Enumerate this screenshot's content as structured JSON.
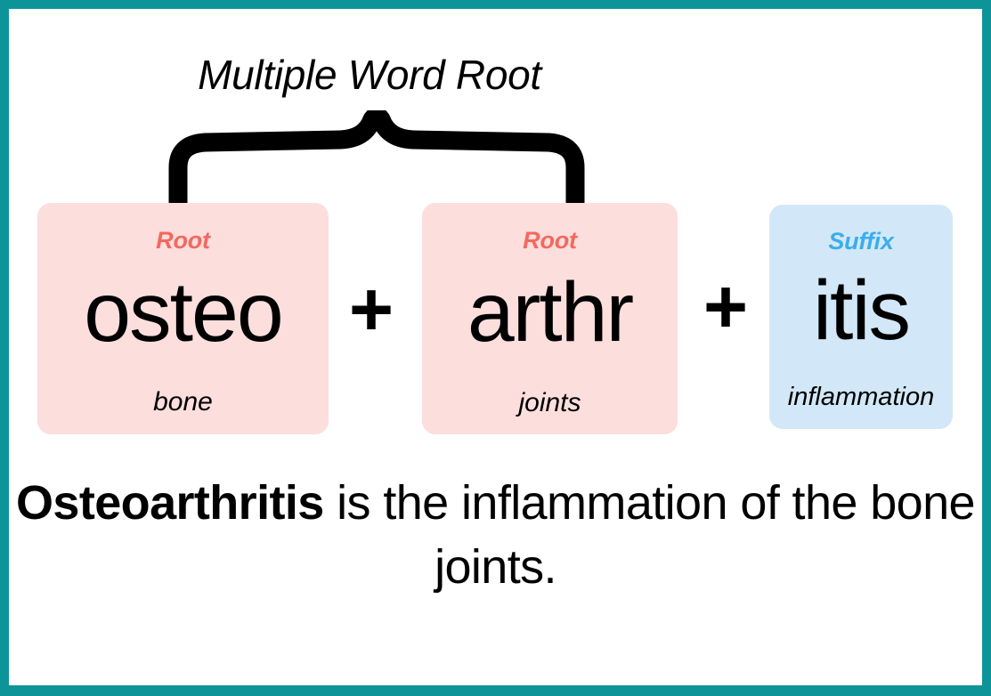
{
  "theme": {
    "border_color": "#0d9499",
    "root_box_color": "#fcdedd",
    "suffix_box_color": "#d2e8f8",
    "root_label_color": "#f2695f",
    "suffix_label_color": "#3aaeeb",
    "text_color": "#000000",
    "background_color": "#ffffff"
  },
  "header": {
    "title": "Multiple Word Root"
  },
  "brace": {
    "label": "multiple-word-root-brace",
    "spans": [
      "osteo",
      "arthr"
    ]
  },
  "word_parts": [
    {
      "kind": "Root",
      "morpheme": "osteo",
      "meaning": "bone"
    },
    {
      "kind": "Root",
      "morpheme": "arthr",
      "meaning": "joints"
    },
    {
      "kind": "Suffix",
      "morpheme": "itis",
      "meaning": "inflammation"
    }
  ],
  "operators": {
    "plus_1": "+",
    "plus_2": "+"
  },
  "definition": {
    "term": "Osteoarthritis",
    "rest": " is the inflammation of the bone joints.",
    "full_text": "Osteoarthritis is the inflammation of the bone joints."
  }
}
